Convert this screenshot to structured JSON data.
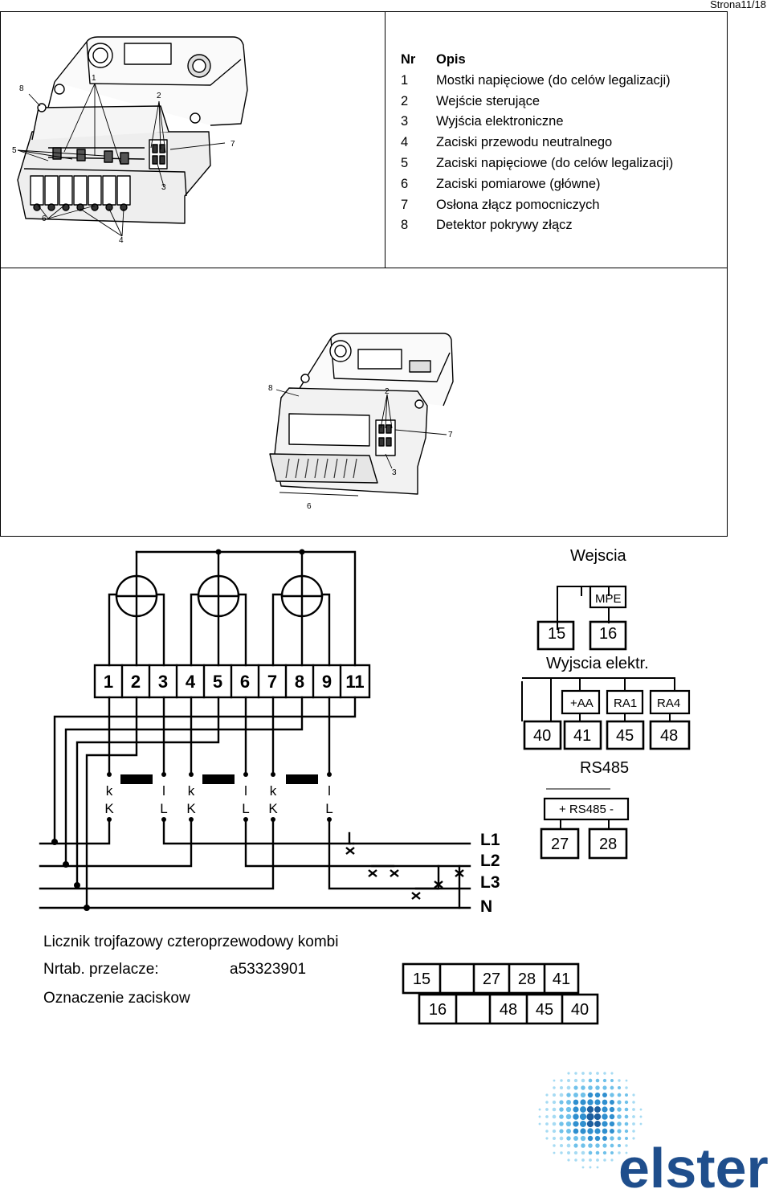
{
  "header": {
    "page": "Strona11/18"
  },
  "legend": {
    "col_nr": "Nr",
    "col_desc": "Opis",
    "items": [
      {
        "nr": "1",
        "desc": "Mostki napięciowe (do celów legalizacji)"
      },
      {
        "nr": "2",
        "desc": "Wejście sterujące"
      },
      {
        "nr": "3",
        "desc": "Wyjścia elektroniczne"
      },
      {
        "nr": "4",
        "desc": "Zaciski przewodu neutralnego"
      },
      {
        "nr": "5",
        "desc": "Zaciski napięciowe (do celów legalizacji)"
      },
      {
        "nr": "6",
        "desc": "Zaciski pomiarowe (główne)"
      },
      {
        "nr": "7",
        "desc": "Osłona złącz pomocniczych"
      },
      {
        "nr": "8",
        "desc": "Detektor pokrywy złącz"
      }
    ]
  },
  "meter_top_callouts": [
    "8",
    "1",
    "2",
    "5",
    "7",
    "3",
    "6",
    "4"
  ],
  "meter_bottom_callouts": [
    "8",
    "2",
    "7",
    "3",
    "6"
  ],
  "wiring": {
    "terminals": [
      "1",
      "2",
      "3",
      "4",
      "5",
      "6",
      "7",
      "8",
      "9",
      "11"
    ],
    "ct_upper": [
      "k",
      "l",
      "k",
      "l",
      "k",
      "l"
    ],
    "ct_lower": [
      "K",
      "L",
      "K",
      "L",
      "K",
      "L"
    ],
    "lines": [
      "L1",
      "L2",
      "L3",
      "N"
    ]
  },
  "aux": {
    "inputs_title": "Wejscia",
    "mpe": "MPE",
    "input_terminals": [
      "15",
      "16"
    ],
    "outputs_title": "Wyjscia elektr.",
    "output_labels": [
      "+AA",
      "RA1",
      "RA4"
    ],
    "output_terminals": [
      "40",
      "41",
      "45",
      "48"
    ],
    "rs485_title": "RS485",
    "rs485_label": "+ RS485 -",
    "rs485_terminals": [
      "27",
      "28"
    ]
  },
  "caption": {
    "line1": "Licznik trojfazowy czteroprzewodowy kombi",
    "line2_label": "Nrtab. przelacze:",
    "line2_value": "a53323901",
    "line3": "Oznaczenie zaciskow"
  },
  "terminal_map": {
    "row1": [
      "15",
      "",
      "27",
      "28",
      "41"
    ],
    "row2": [
      "16",
      "",
      "48",
      "45",
      "40"
    ]
  },
  "logo": {
    "text": "elster",
    "color": "#1f4e8c",
    "dot_colors": [
      "#1d5fa0",
      "#2f8fcf",
      "#6fc1ea",
      "#a6dbf3"
    ]
  }
}
